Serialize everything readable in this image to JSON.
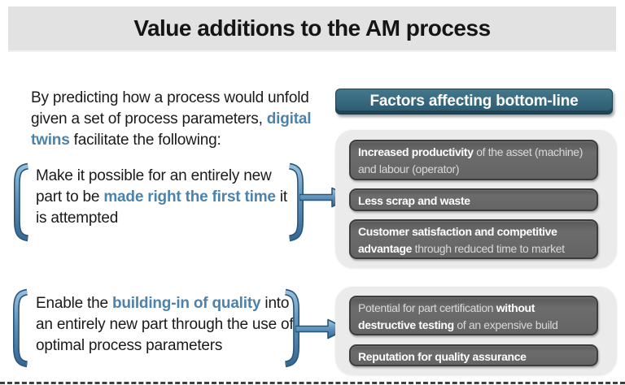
{
  "title": "Value additions to the AM process",
  "intro": {
    "pre": "By predicting how a process would unfold given a set of process parameters, ",
    "highlight": "digital twins",
    "post": " facilitate the following:"
  },
  "bullets": [
    {
      "pre": "Make it possible for an entirely new part to be ",
      "highlight": "made right the first time",
      "post": " it is attempted"
    },
    {
      "pre": "Enable the ",
      "highlight": "building-in of quality",
      "post": " into an entirely new part through the use of optimal process parameters"
    }
  ],
  "right_column": {
    "header": "Factors affecting bottom-line",
    "panels": [
      {
        "boxes": [
          {
            "pre": "",
            "bold": "Increased productivity",
            "rest": " of the asset (machine) and labour (operator)"
          },
          {
            "pre": "",
            "bold": "Less scrap and waste",
            "rest": ""
          },
          {
            "pre": "",
            "bold": "Customer satisfaction and competitive advantage",
            "rest": " through reduced time to market"
          }
        ]
      },
      {
        "boxes": [
          {
            "pre": "Potential for part certification ",
            "bold": "without destructive testing",
            "rest": " of an expensive build"
          },
          {
            "pre": "",
            "bold": "Reputation for quality assurance",
            "rest": ""
          }
        ]
      }
    ]
  },
  "icons": {
    "open_bracket": "open-bracket-icon",
    "close_bracket": "close-bracket-icon",
    "arrow": "right-arrow-icon"
  },
  "colors": {
    "accent_text": "#4d82ab",
    "bracket_blue": "#5d92bb",
    "arrow_blue": "#6497c0",
    "header_teal_top": "#45788c",
    "header_teal_bottom": "#2a5a6f",
    "header_border": "#1d4150",
    "panel_gray": "#ebebeb",
    "box_gray": "#6c6c6c",
    "box_border": "#3c3c3c",
    "box_text_bold": "#ffffff",
    "box_text_regular": "#d9d9d9",
    "title_bar_gray": "#e2e2e2",
    "title_text": "#151515"
  }
}
